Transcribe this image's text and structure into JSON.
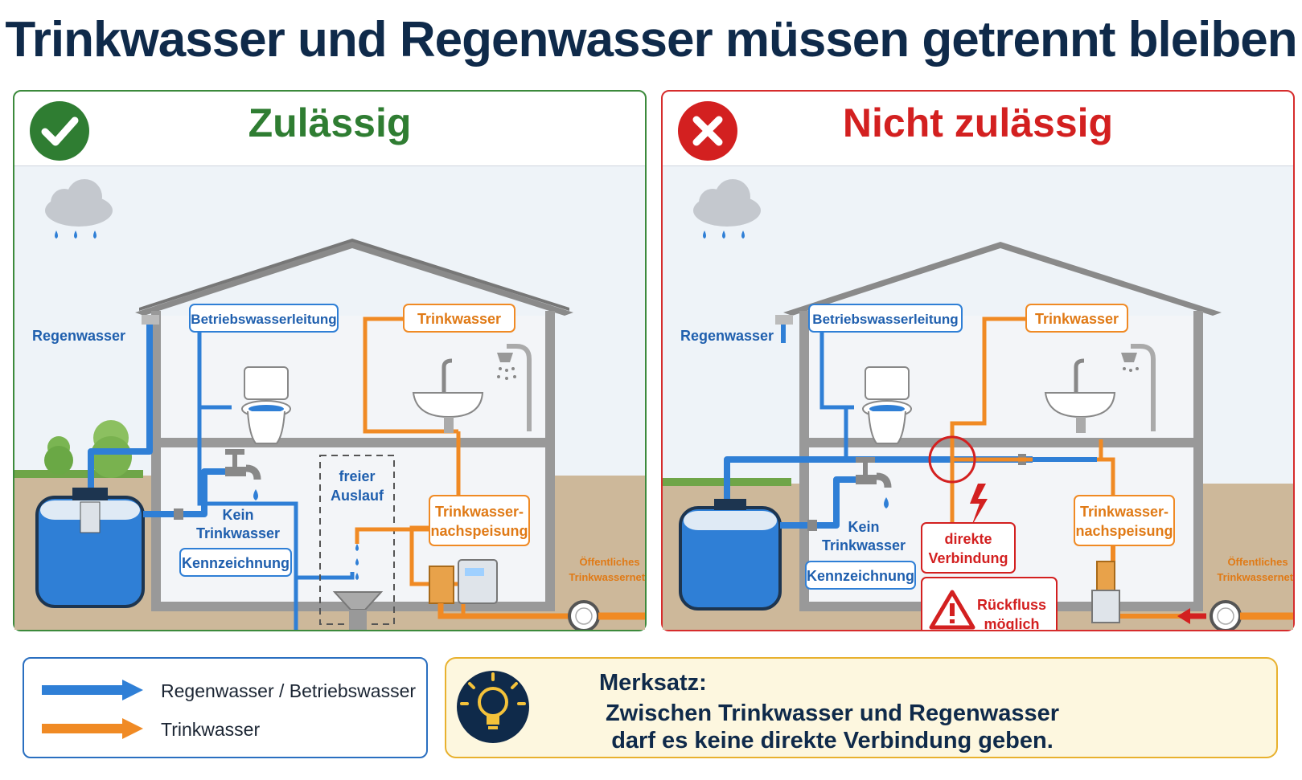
{
  "title": "Trinkwasser und Regenwasser müssen getrennt bleiben",
  "panels": {
    "ok": {
      "heading": "Zulässig",
      "labels": {
        "rain": "Regenwasser",
        "service_line": "Betriebswasserleitung",
        "drinking": "Trinkwasser",
        "free_outlet_1": "freier",
        "free_outlet_2": "Auslauf",
        "refill_1": "Trinkwasser-",
        "refill_2": "nachspeisung",
        "public_1": "Öffentliches",
        "public_2": "Trinkwassernetz",
        "not_drinking_1": "Kein",
        "not_drinking_2": "Trinkwasser",
        "marking": "Kennzeichnung"
      }
    },
    "bad": {
      "heading": "Nicht zulässig",
      "labels": {
        "rain": "Regenwasser",
        "service_line": "Betriebswasserleitung",
        "drinking": "Trinkwasser",
        "direct_1": "direkte",
        "direct_2": "Verbindung",
        "backflow_1": "Rückfluss",
        "backflow_2": "möglich",
        "refill_1": "Trinkwasser-",
        "refill_2": "nachspeisung",
        "public_1": "Öffentliches",
        "public_2": "Trinkwassernetz",
        "not_drinking_1": "Kein",
        "not_drinking_2": "Trinkwasser",
        "marking": "Kennzeichnung"
      }
    }
  },
  "legend": {
    "items": [
      {
        "label": "Regenwasser / Betriebswasser",
        "color": "#2f7fd6"
      },
      {
        "label": "Trinkwasser",
        "color": "#f08a24"
      }
    ]
  },
  "merksatz": {
    "title": "Merksatz:",
    "line1": "Zwischen Trinkwasser und Regenwasser",
    "line2": "darf es keine direkte Verbindung geben."
  },
  "colors": {
    "blue": "#2f7fd6",
    "orange": "#f08a24",
    "green": "#2f7d32",
    "red": "#d32020",
    "navy": "#0f2a4a"
  }
}
